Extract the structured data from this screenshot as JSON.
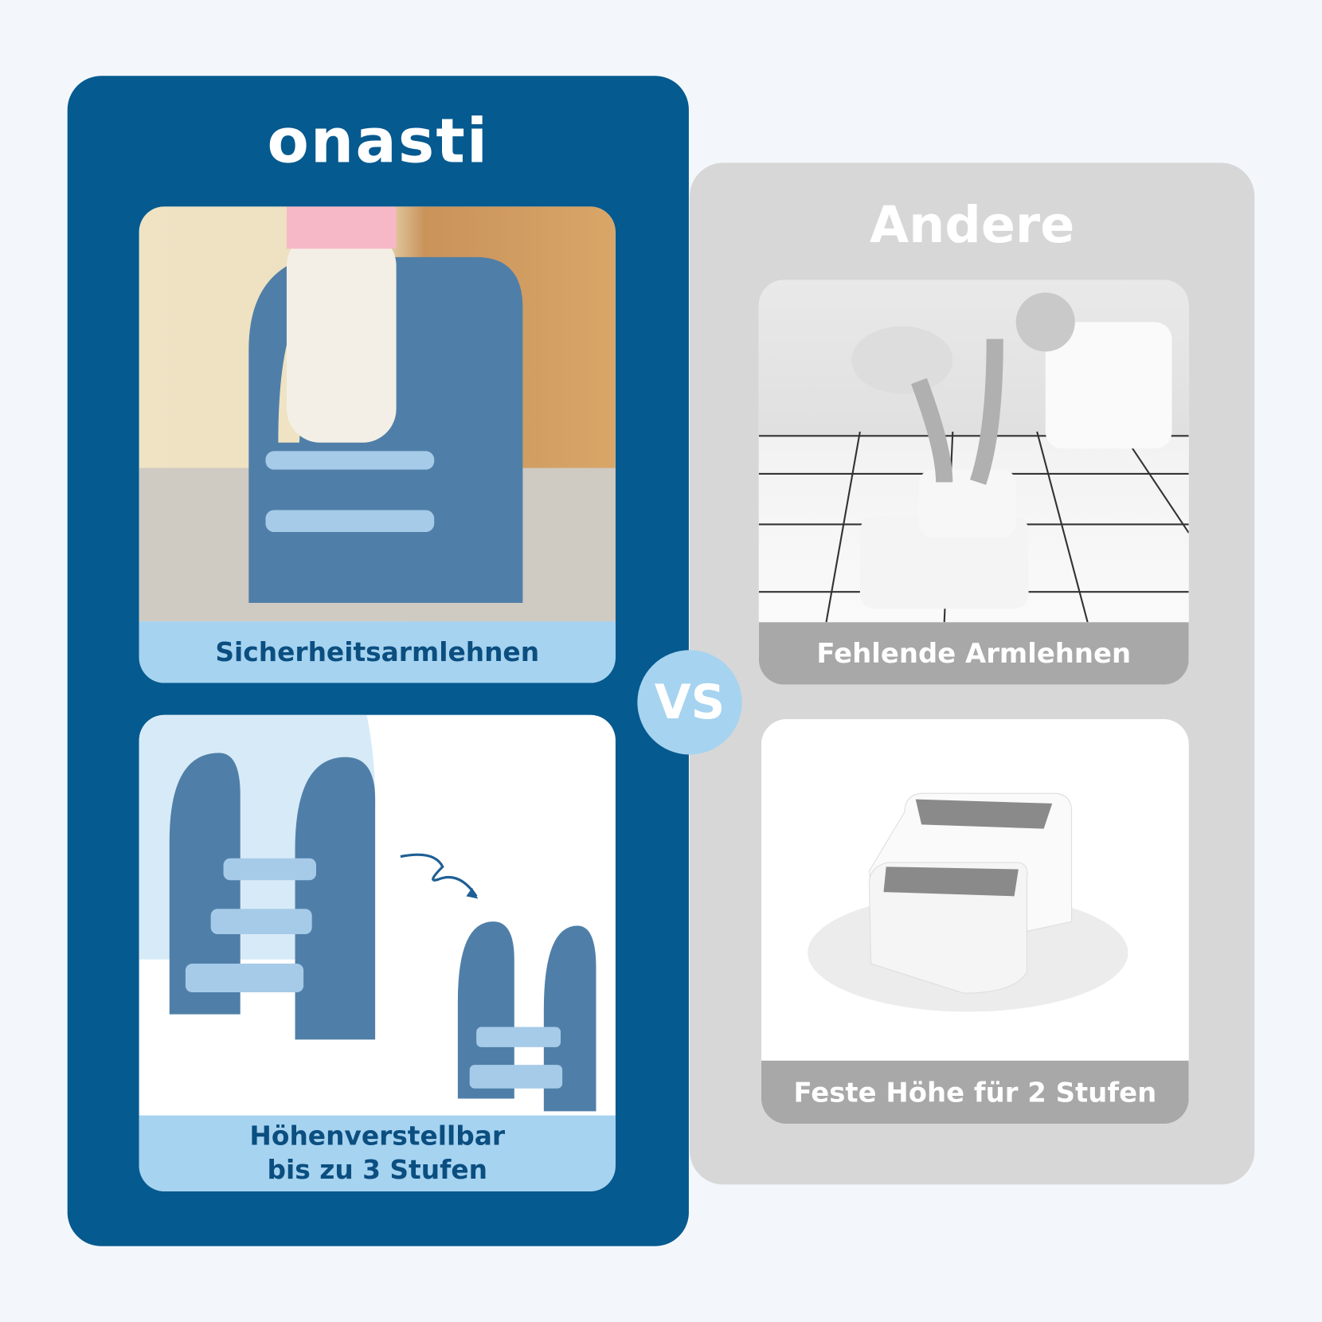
{
  "brand": {
    "logo_text": "onasti",
    "color": "#055a8f",
    "accent": "#a6d3f0"
  },
  "left_panel": {
    "cards": [
      {
        "label": "Sicherheitsarmlehnen"
      },
      {
        "label_line1": "Höhenverstellbar",
        "label_line2": "bis zu 3 Stufen"
      }
    ]
  },
  "vs_badge": "VS",
  "right_panel": {
    "title": "Andere",
    "cards": [
      {
        "label": "Fehlende Armlehnen"
      },
      {
        "label": "Feste Höhe für 2 Stufen"
      }
    ]
  }
}
